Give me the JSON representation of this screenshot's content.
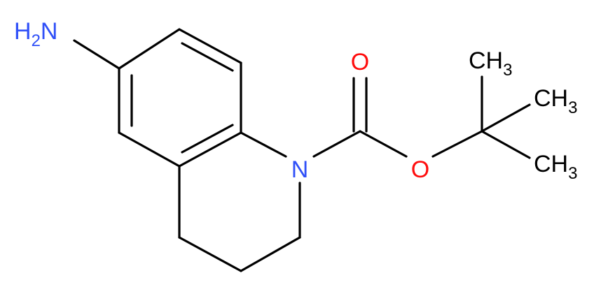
{
  "colors": {
    "carbon_bond": "#000000",
    "nitrogen": "#3050F8",
    "oxygen": "#FF0D0D",
    "methyl_text": "#000000"
  },
  "atoms": {
    "amine": {
      "main": "H",
      "sub": "2",
      "tail": "N"
    },
    "ring_nitrogen": {
      "main": "N"
    },
    "carbonyl_oxygen": {
      "main": "O"
    },
    "ester_oxygen": {
      "main": "O"
    },
    "methyl_top": {
      "main": "CH",
      "sub": "3"
    },
    "methyl_middle": {
      "main": "CH",
      "sub": "3"
    },
    "methyl_bottom": {
      "main": "CH",
      "sub": "3"
    }
  }
}
